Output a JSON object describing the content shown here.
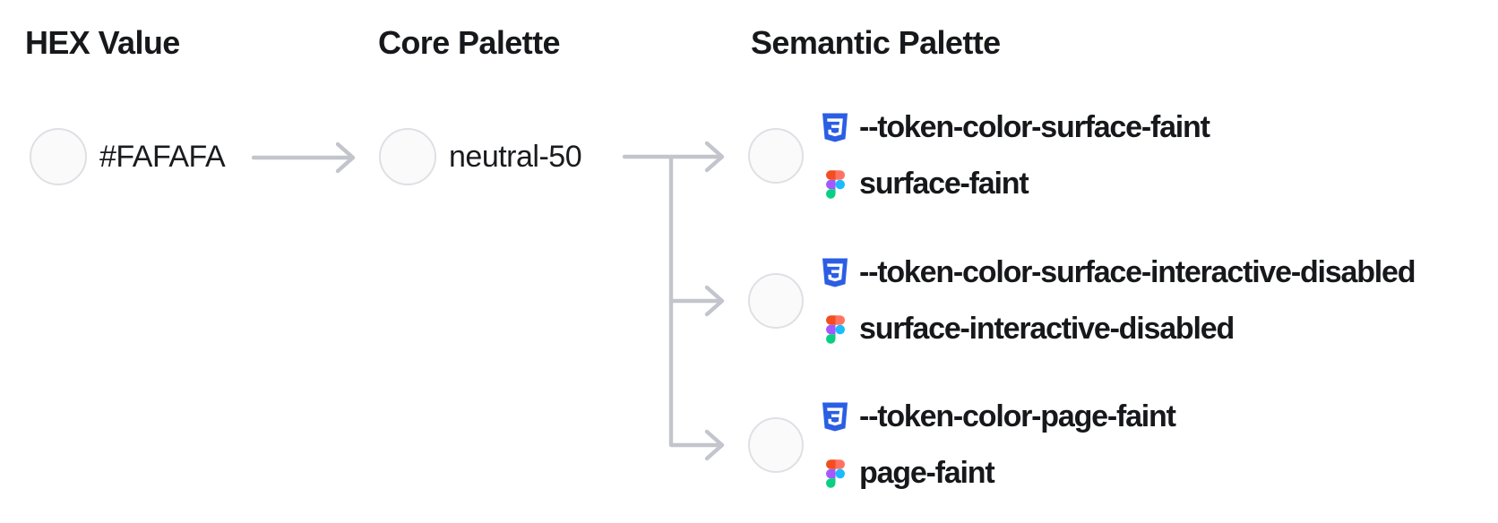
{
  "columns": [
    {
      "header": "HEX Value"
    },
    {
      "header": "Core Palette"
    },
    {
      "header": "Semantic Palette"
    }
  ],
  "nodes": {
    "hex": {
      "label": "#FAFAFA",
      "swatch_color": "#FAFAFA"
    },
    "core": {
      "label": "neutral-50",
      "swatch_color": "#FAFAFA"
    },
    "semantic": [
      {
        "css_variable": "--token-color-surface-faint",
        "figma_style": "surface-faint",
        "swatch_color": "#FAFAFA"
      },
      {
        "css_variable": "--token-color-surface-interactive-disabled",
        "figma_style": "surface-interactive-disabled",
        "swatch_color": "#FAFAFA"
      },
      {
        "css_variable": "--token-color-page-faint",
        "figma_style": "page-faint",
        "swatch_color": "#FAFAFA"
      }
    ]
  },
  "icons": {
    "css": "css3-logo-icon",
    "figma": "figma-logo-icon"
  },
  "colors": {
    "background": "#ffffff",
    "text": "#17181b",
    "connector": "#c3c5cc",
    "swatch_border": "#dee0e5",
    "swatch_fill": "#fafafa",
    "css_logo_blue": "#2b5ee4",
    "figma_orange": "#f24e1e",
    "figma_salmon": "#ff7262",
    "figma_purple": "#a259ff",
    "figma_blue": "#1abcfe",
    "figma_green": "#0acf83"
  }
}
